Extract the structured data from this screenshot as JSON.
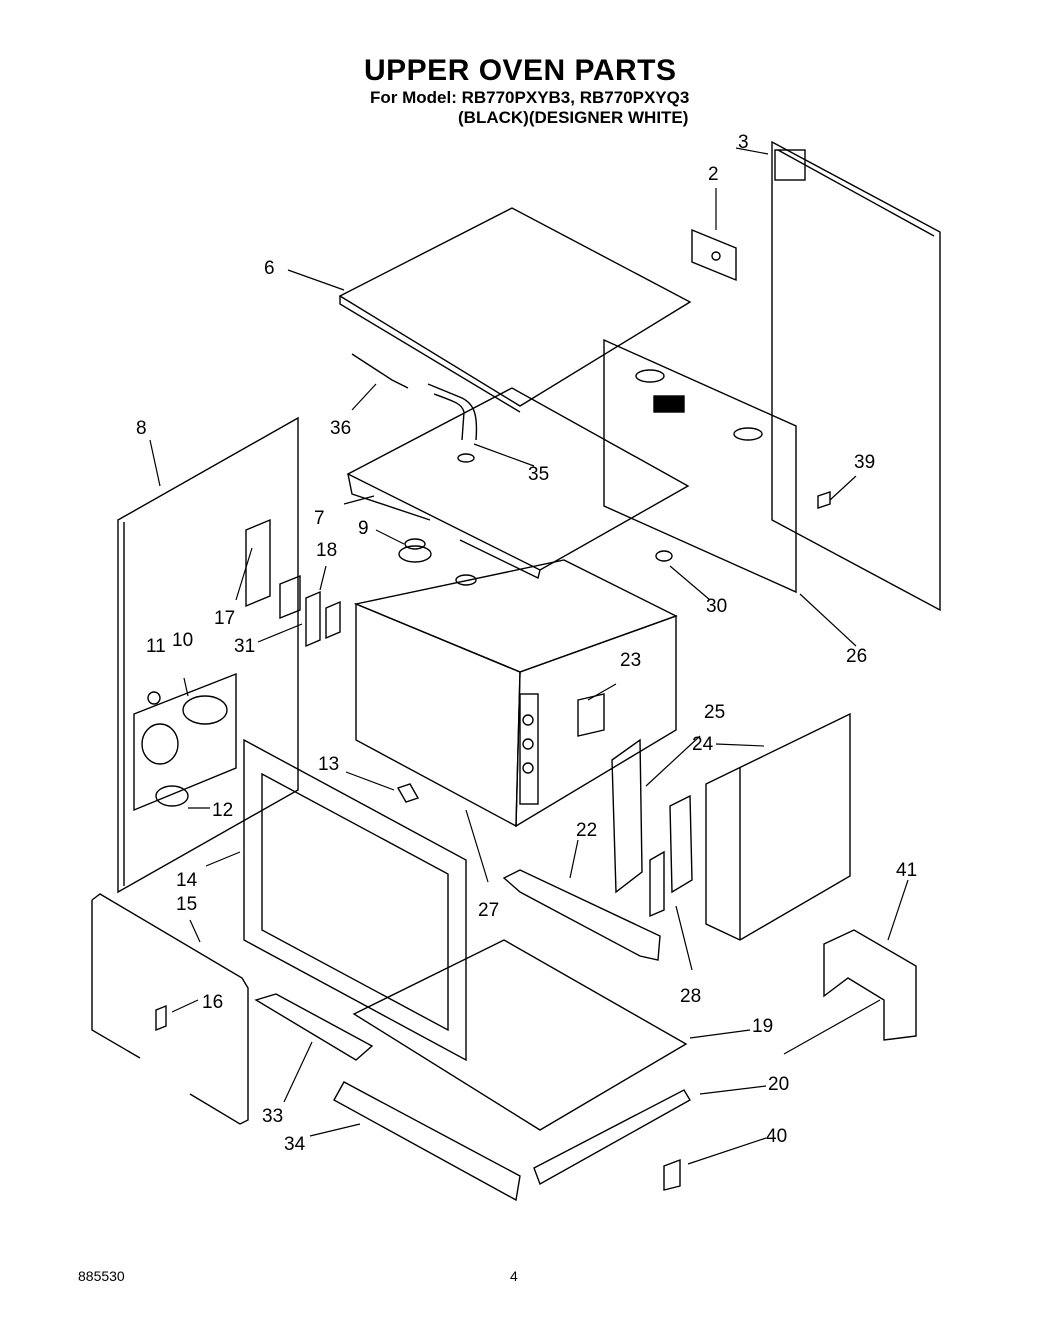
{
  "header": {
    "title": "UPPER OVEN PARTS",
    "model_line": "For Model: RB770PXYB3, RB770PXYQ3",
    "color_line": "(BLACK)(DESIGNER WHITE)"
  },
  "callouts": {
    "c2": "2",
    "c3": "3",
    "c6": "6",
    "c7": "7",
    "c8": "8",
    "c9": "9",
    "c10": "10",
    "c11": "11",
    "c12": "12",
    "c13": "13",
    "c14": "14",
    "c15": "15",
    "c16": "16",
    "c17": "17",
    "c18": "18",
    "c19": "19",
    "c20": "20",
    "c22": "22",
    "c23": "23",
    "c24": "24",
    "c25": "25",
    "c26": "26",
    "c27": "27",
    "c28": "28",
    "c30": "30",
    "c31": "31",
    "c33": "33",
    "c34": "34",
    "c35": "35",
    "c36": "36",
    "c39": "39",
    "c40": "40",
    "c41": "41"
  },
  "footer": {
    "doc_number": "885530",
    "page_number": "4"
  }
}
